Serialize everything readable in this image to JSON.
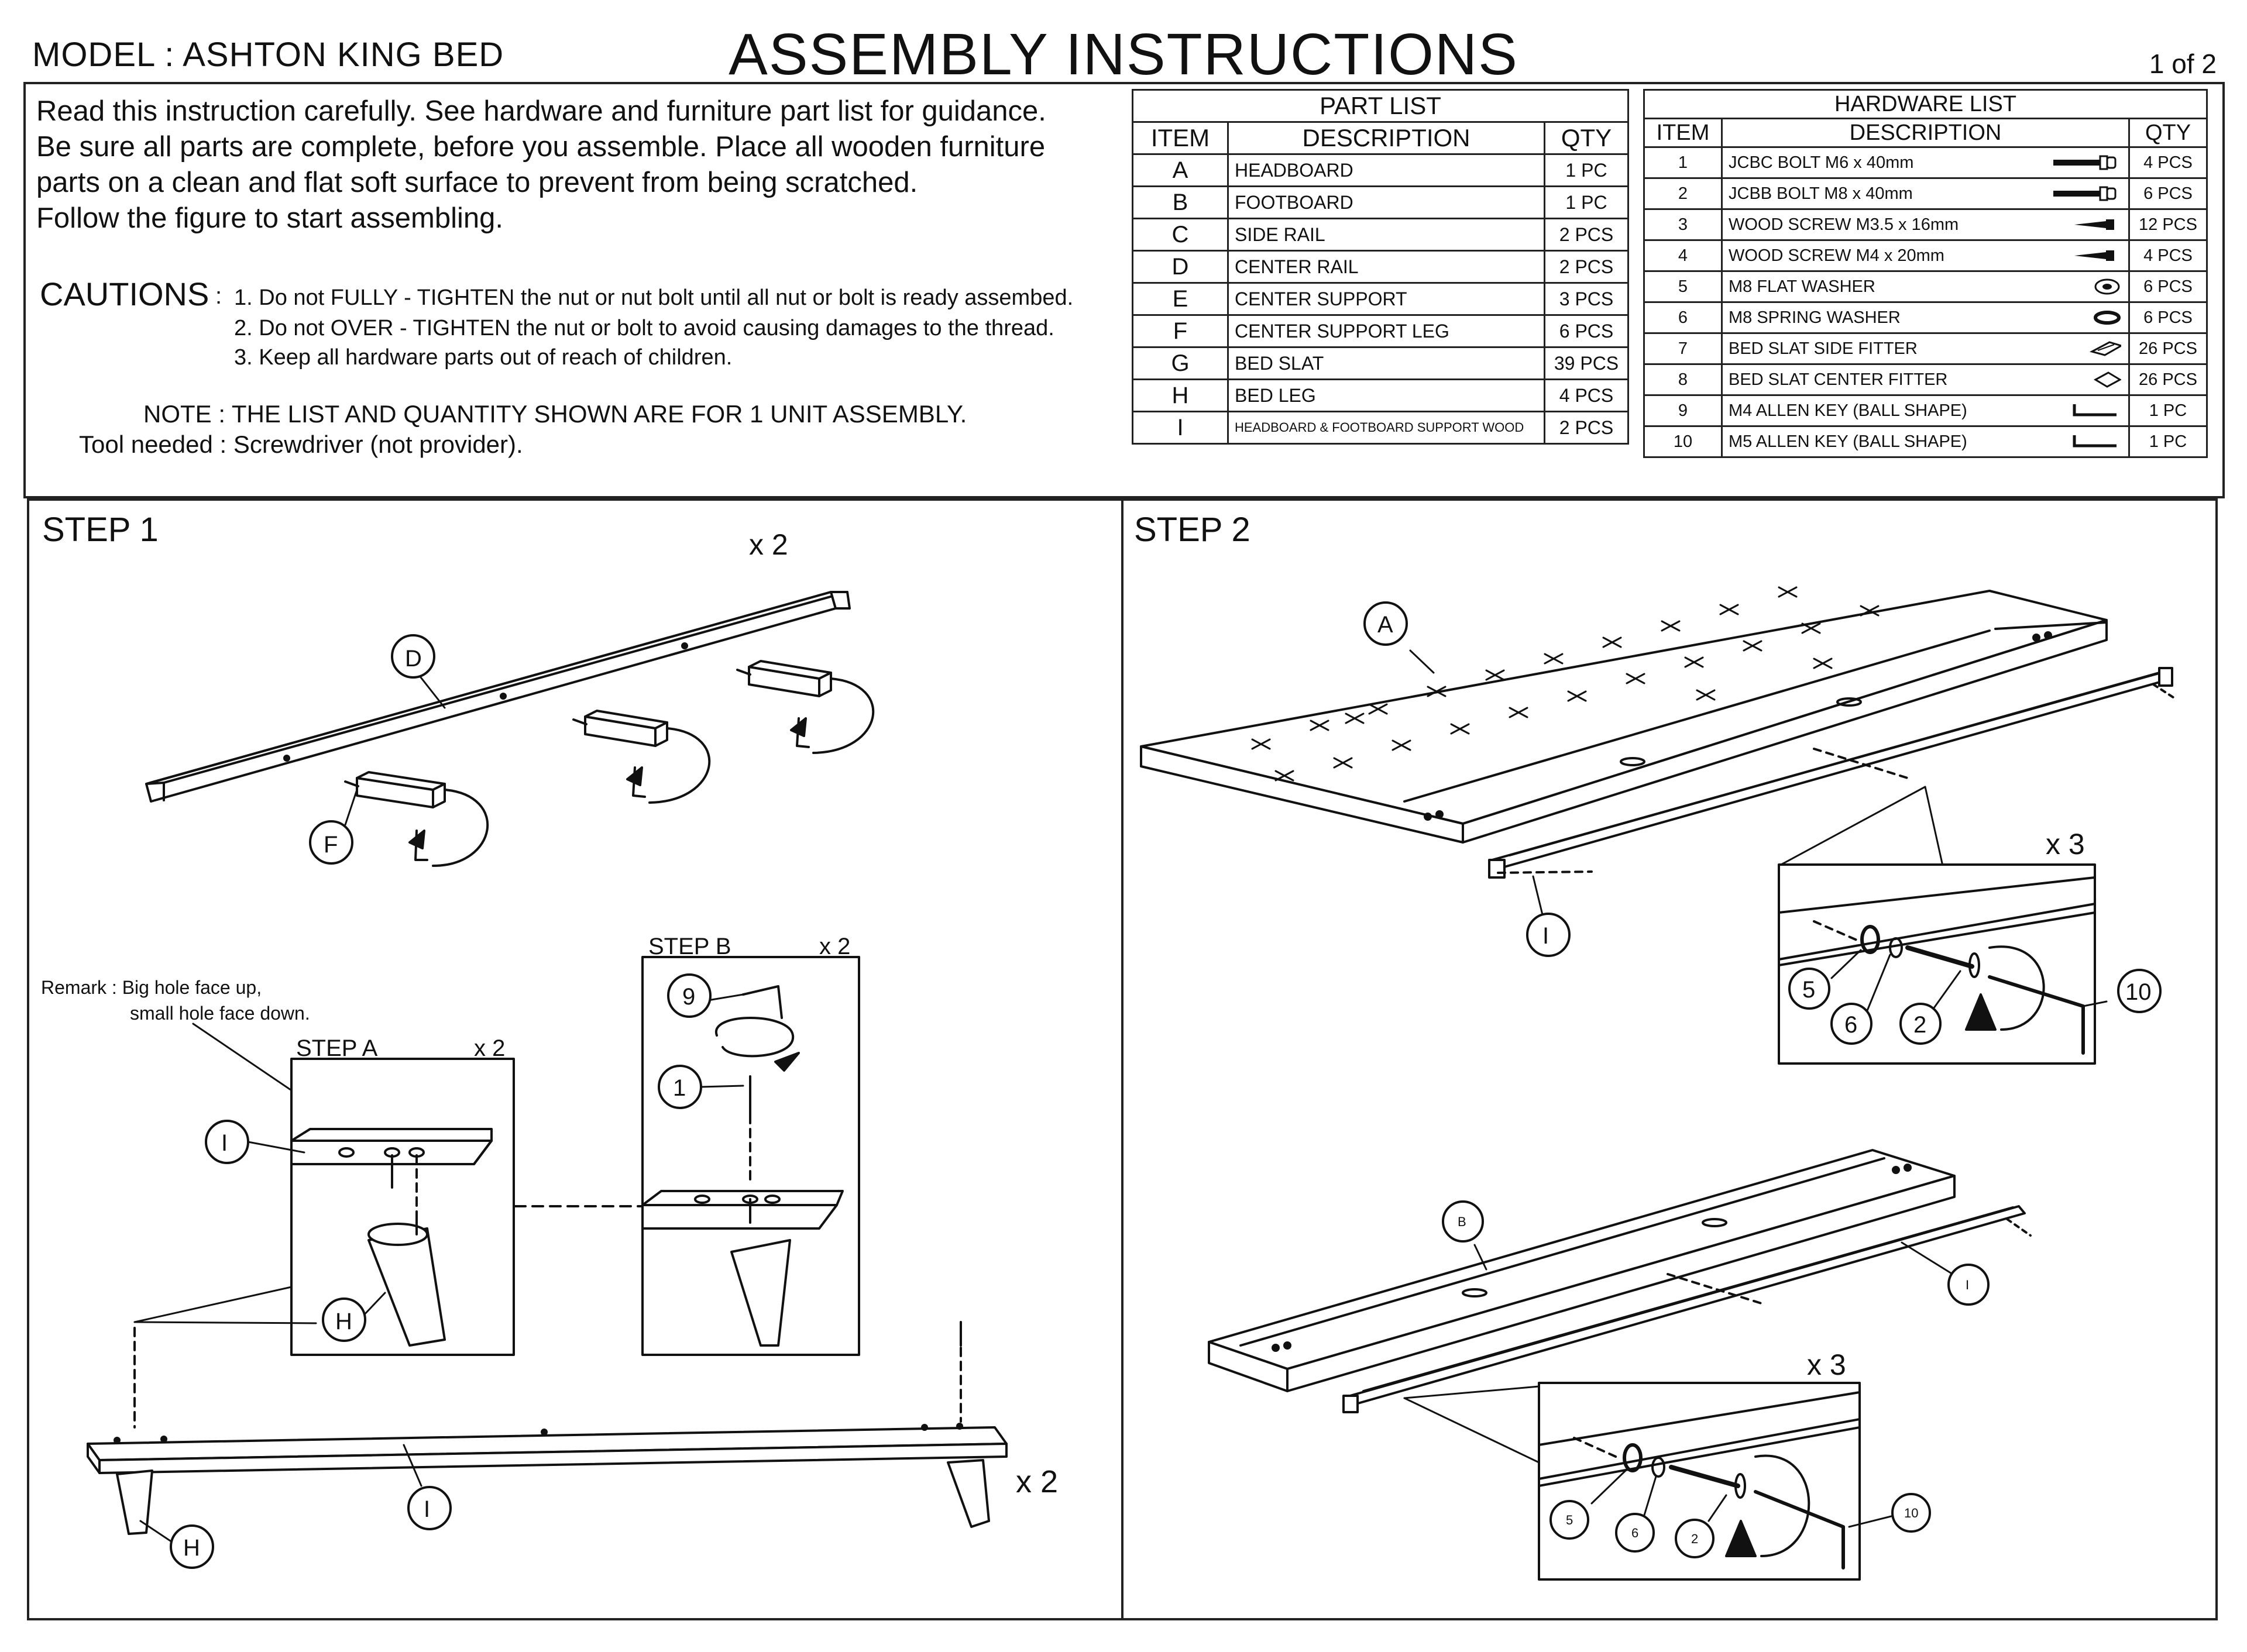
{
  "header": {
    "model": "MODEL : ASHTON KING BED",
    "title": "ASSEMBLY INSTRUCTIONS",
    "page": "1 of 2"
  },
  "intro": [
    "Read this instruction carefully. See hardware and furniture part list for guidance.",
    "Be sure all parts are complete, before you assemble. Place all wooden furniture",
    "parts on a clean and flat soft surface to prevent from being scratched.",
    "Follow the figure to start assembling."
  ],
  "cautions": {
    "heading": "CAUTIONS",
    "colon": ":",
    "items": [
      "1. Do not FULLY - TIGHTEN the nut or nut bolt until all nut or bolt is ready assembed.",
      "2. Do not OVER - TIGHTEN the nut or bolt to avoid causing damages to the thread.",
      "3. Keep all hardware parts out of reach of children."
    ]
  },
  "note": "NOTE : THE LIST AND QUANTITY SHOWN ARE FOR 1 UNIT ASSEMBLY.",
  "tool": "Tool needed : Screwdriver (not provider).",
  "part_list": {
    "title": "PART LIST",
    "headers": [
      "ITEM",
      "DESCRIPTION",
      "QTY"
    ],
    "rows": [
      {
        "item": "A",
        "desc": "HEADBOARD",
        "qty": "1 PC"
      },
      {
        "item": "B",
        "desc": "FOOTBOARD",
        "qty": "1 PC"
      },
      {
        "item": "C",
        "desc": "SIDE RAIL",
        "qty": "2 PCS"
      },
      {
        "item": "D",
        "desc": "CENTER RAIL",
        "qty": "2 PCS"
      },
      {
        "item": "E",
        "desc": "CENTER SUPPORT",
        "qty": "3 PCS"
      },
      {
        "item": "F",
        "desc": "CENTER SUPPORT LEG",
        "qty": "6 PCS"
      },
      {
        "item": "G",
        "desc": "BED SLAT",
        "qty": "39 PCS"
      },
      {
        "item": "H",
        "desc": "BED LEG",
        "qty": "4 PCS"
      },
      {
        "item": "I",
        "desc": "HEADBOARD & FOOTBOARD SUPPORT WOOD",
        "qty": "2 PCS"
      }
    ]
  },
  "hardware_list": {
    "title": "HARDWARE LIST",
    "headers": [
      "ITEM",
      "DESCRIPTION",
      "QTY"
    ],
    "rows": [
      {
        "item": "1",
        "desc": "JCBC BOLT M6 x 40mm",
        "qty": "4 PCS",
        "icon": "bolt-icon"
      },
      {
        "item": "2",
        "desc": "JCBB BOLT M8 x 40mm",
        "qty": "6 PCS",
        "icon": "bolt-icon"
      },
      {
        "item": "3",
        "desc": "WOOD SCREW M3.5 x 16mm",
        "qty": "12 PCS",
        "icon": "screw-icon"
      },
      {
        "item": "4",
        "desc": "WOOD SCREW M4 x 20mm",
        "qty": "4 PCS",
        "icon": "screw-icon"
      },
      {
        "item": "5",
        "desc": "M8 FLAT WASHER",
        "qty": "6 PCS",
        "icon": "washer-icon"
      },
      {
        "item": "6",
        "desc": "M8 SPRING WASHER",
        "qty": "6 PCS",
        "icon": "spring-washer-icon"
      },
      {
        "item": "7",
        "desc": "BED SLAT SIDE FITTER",
        "qty": "26 PCS",
        "icon": "fitter-icon"
      },
      {
        "item": "8",
        "desc": "BED SLAT CENTER FITTER",
        "qty": "26 PCS",
        "icon": "center-fitter-icon"
      },
      {
        "item": "9",
        "desc": "M4 ALLEN KEY (BALL SHAPE)",
        "qty": "1 PC",
        "icon": "allen-key-icon"
      },
      {
        "item": "10",
        "desc": "M5 ALLEN KEY (BALL SHAPE)",
        "qty": "1 PC",
        "icon": "allen-key-icon"
      }
    ]
  },
  "step1": {
    "title": "STEP 1",
    "x2_top": "x 2",
    "label_d": "D",
    "label_f": "F",
    "remark_1": "Remark : Big hole face up,",
    "remark_2": "small hole face down.",
    "step_a": "STEP A",
    "step_a_x": "x 2",
    "step_b": "STEP B",
    "step_b_x": "x 2",
    "label_i": "I",
    "label_h": "H",
    "label_9": "9",
    "label_1": "1",
    "x2_bottom": "x 2"
  },
  "step2": {
    "title": "STEP 2",
    "label_a": "A",
    "label_i": "I",
    "x3_top": "x 3",
    "l5": "5",
    "l6": "6",
    "l2": "2",
    "l10": "10",
    "label_b": "B",
    "label_i2": "I",
    "x3_bottom": "x 3"
  }
}
